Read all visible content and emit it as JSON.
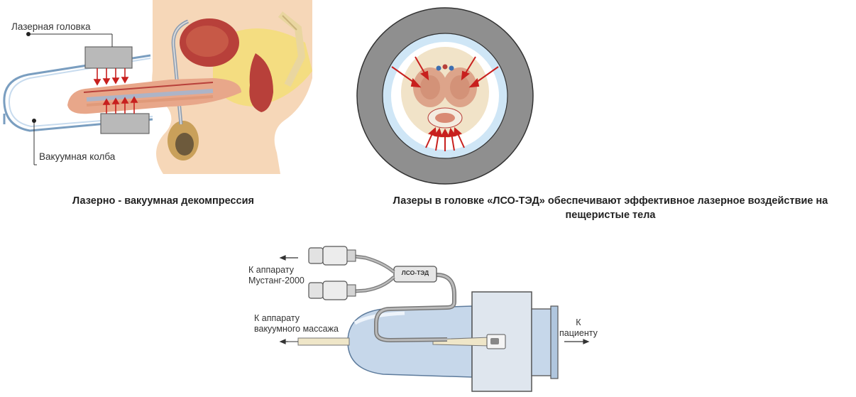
{
  "figure1": {
    "label_laser_head": "Лазерная головка",
    "label_vacuum_flask": "Вакуумная колба",
    "caption": "Лазерно -  вакуумная декомпрессия"
  },
  "figure2": {
    "caption_line1": "Лазеры в головке «ЛСО-ТЭД» обеспечивают эффективное лазерное воздействие на",
    "caption_line2": "пещеристые тела"
  },
  "figure3": {
    "device_label": "ЛСО-ТЭД",
    "to_mustang_line1": "К аппарату",
    "to_mustang_line2": "Мустанг-2000",
    "to_vacuum_line1": "К аппарату",
    "to_vacuum_line2": "вакуумного массажа",
    "to_patient_line1": "К",
    "to_patient_line2": "пациенту"
  },
  "colors": {
    "skin": "#f6d7b8",
    "organ_red": "#b8403a",
    "arrow_red": "#c8201e",
    "outer_ring": "#8f8f8f",
    "inner_ring": "#cfe6f6",
    "flask_blue": "#c6d7ea",
    "cable_grey": "#9a9a9a"
  }
}
